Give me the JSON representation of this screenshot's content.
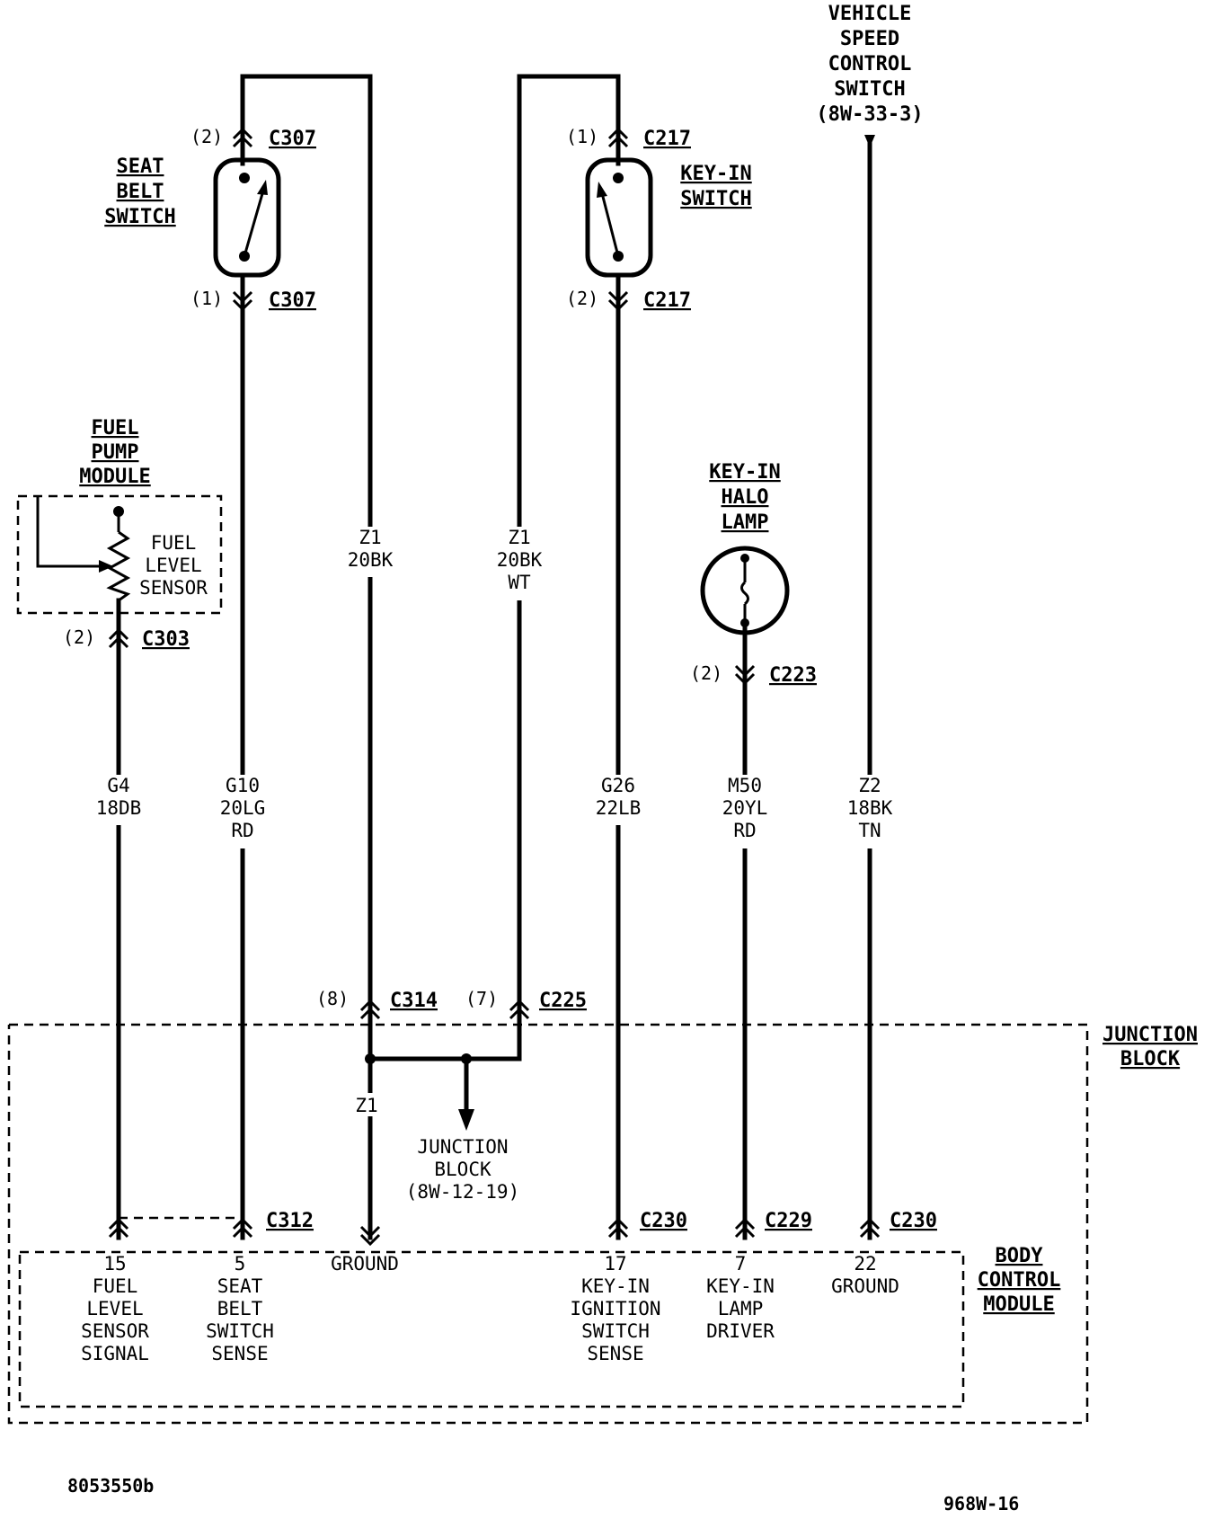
{
  "components": {
    "vehicle_speed_control_switch": [
      "VEHICLE",
      "SPEED",
      "CONTROL",
      "SWITCH",
      "(8W-33-3)"
    ],
    "seat_belt_switch": [
      "SEAT",
      "BELT",
      "SWITCH"
    ],
    "key_in_switch": [
      "KEY-IN",
      "SWITCH"
    ],
    "fuel_pump_module": [
      "FUEL",
      "PUMP",
      "MODULE"
    ],
    "fuel_level_sensor": [
      "FUEL",
      "LEVEL",
      "SENSOR"
    ],
    "key_in_halo_lamp": [
      "KEY-IN",
      "HALO",
      "LAMP"
    ],
    "junction_block": [
      "JUNCTION",
      "BLOCK"
    ],
    "junction_block_ref": [
      "JUNCTION",
      "BLOCK",
      "(8W-12-19)"
    ],
    "body_control_module": [
      "BODY",
      "CONTROL",
      "MODULE"
    ]
  },
  "connectors": {
    "c307_top": {
      "pin": "(2)",
      "name": "C307"
    },
    "c307_bottom": {
      "pin": "(1)",
      "name": "C307"
    },
    "c217_top": {
      "pin": "(1)",
      "name": "C217"
    },
    "c217_bottom": {
      "pin": "(2)",
      "name": "C217"
    },
    "c303": {
      "pin": "(2)",
      "name": "C303"
    },
    "c223": {
      "pin": "(2)",
      "name": "C223"
    },
    "c314": {
      "pin": "(8)",
      "name": "C314"
    },
    "c225": {
      "pin": "(7)",
      "name": "C225"
    },
    "c312": {
      "name": "C312"
    },
    "c230_a": {
      "name": "C230"
    },
    "c229": {
      "name": "C229"
    },
    "c230_b": {
      "name": "C230"
    }
  },
  "wires": {
    "z1_left": [
      "Z1",
      "20BK"
    ],
    "z1_right": [
      "Z1",
      "20BK",
      "WT"
    ],
    "g4": [
      "G4",
      "18DB"
    ],
    "g10": [
      "G10",
      "20LG",
      "RD"
    ],
    "g26": [
      "G26",
      "22LB"
    ],
    "m50": [
      "M50",
      "20YL",
      "RD"
    ],
    "z2": [
      "Z2",
      "18BK",
      "TN"
    ],
    "z1_splice": "Z1"
  },
  "bcm_pins": {
    "p15": [
      "15",
      "FUEL",
      "LEVEL",
      "SENSOR",
      "SIGNAL"
    ],
    "p5": [
      "5",
      "SEAT",
      "BELT",
      "SWITCH",
      "SENSE"
    ],
    "ground": [
      "GROUND"
    ],
    "p17": [
      "17",
      "KEY-IN",
      "IGNITION",
      "SWITCH",
      "SENSE"
    ],
    "p7": [
      "7",
      "KEY-IN",
      "LAMP",
      "DRIVER"
    ],
    "p22": [
      "22",
      "GROUND"
    ]
  },
  "footer": {
    "left_code": "8053550b",
    "right_code": "968W-16"
  }
}
